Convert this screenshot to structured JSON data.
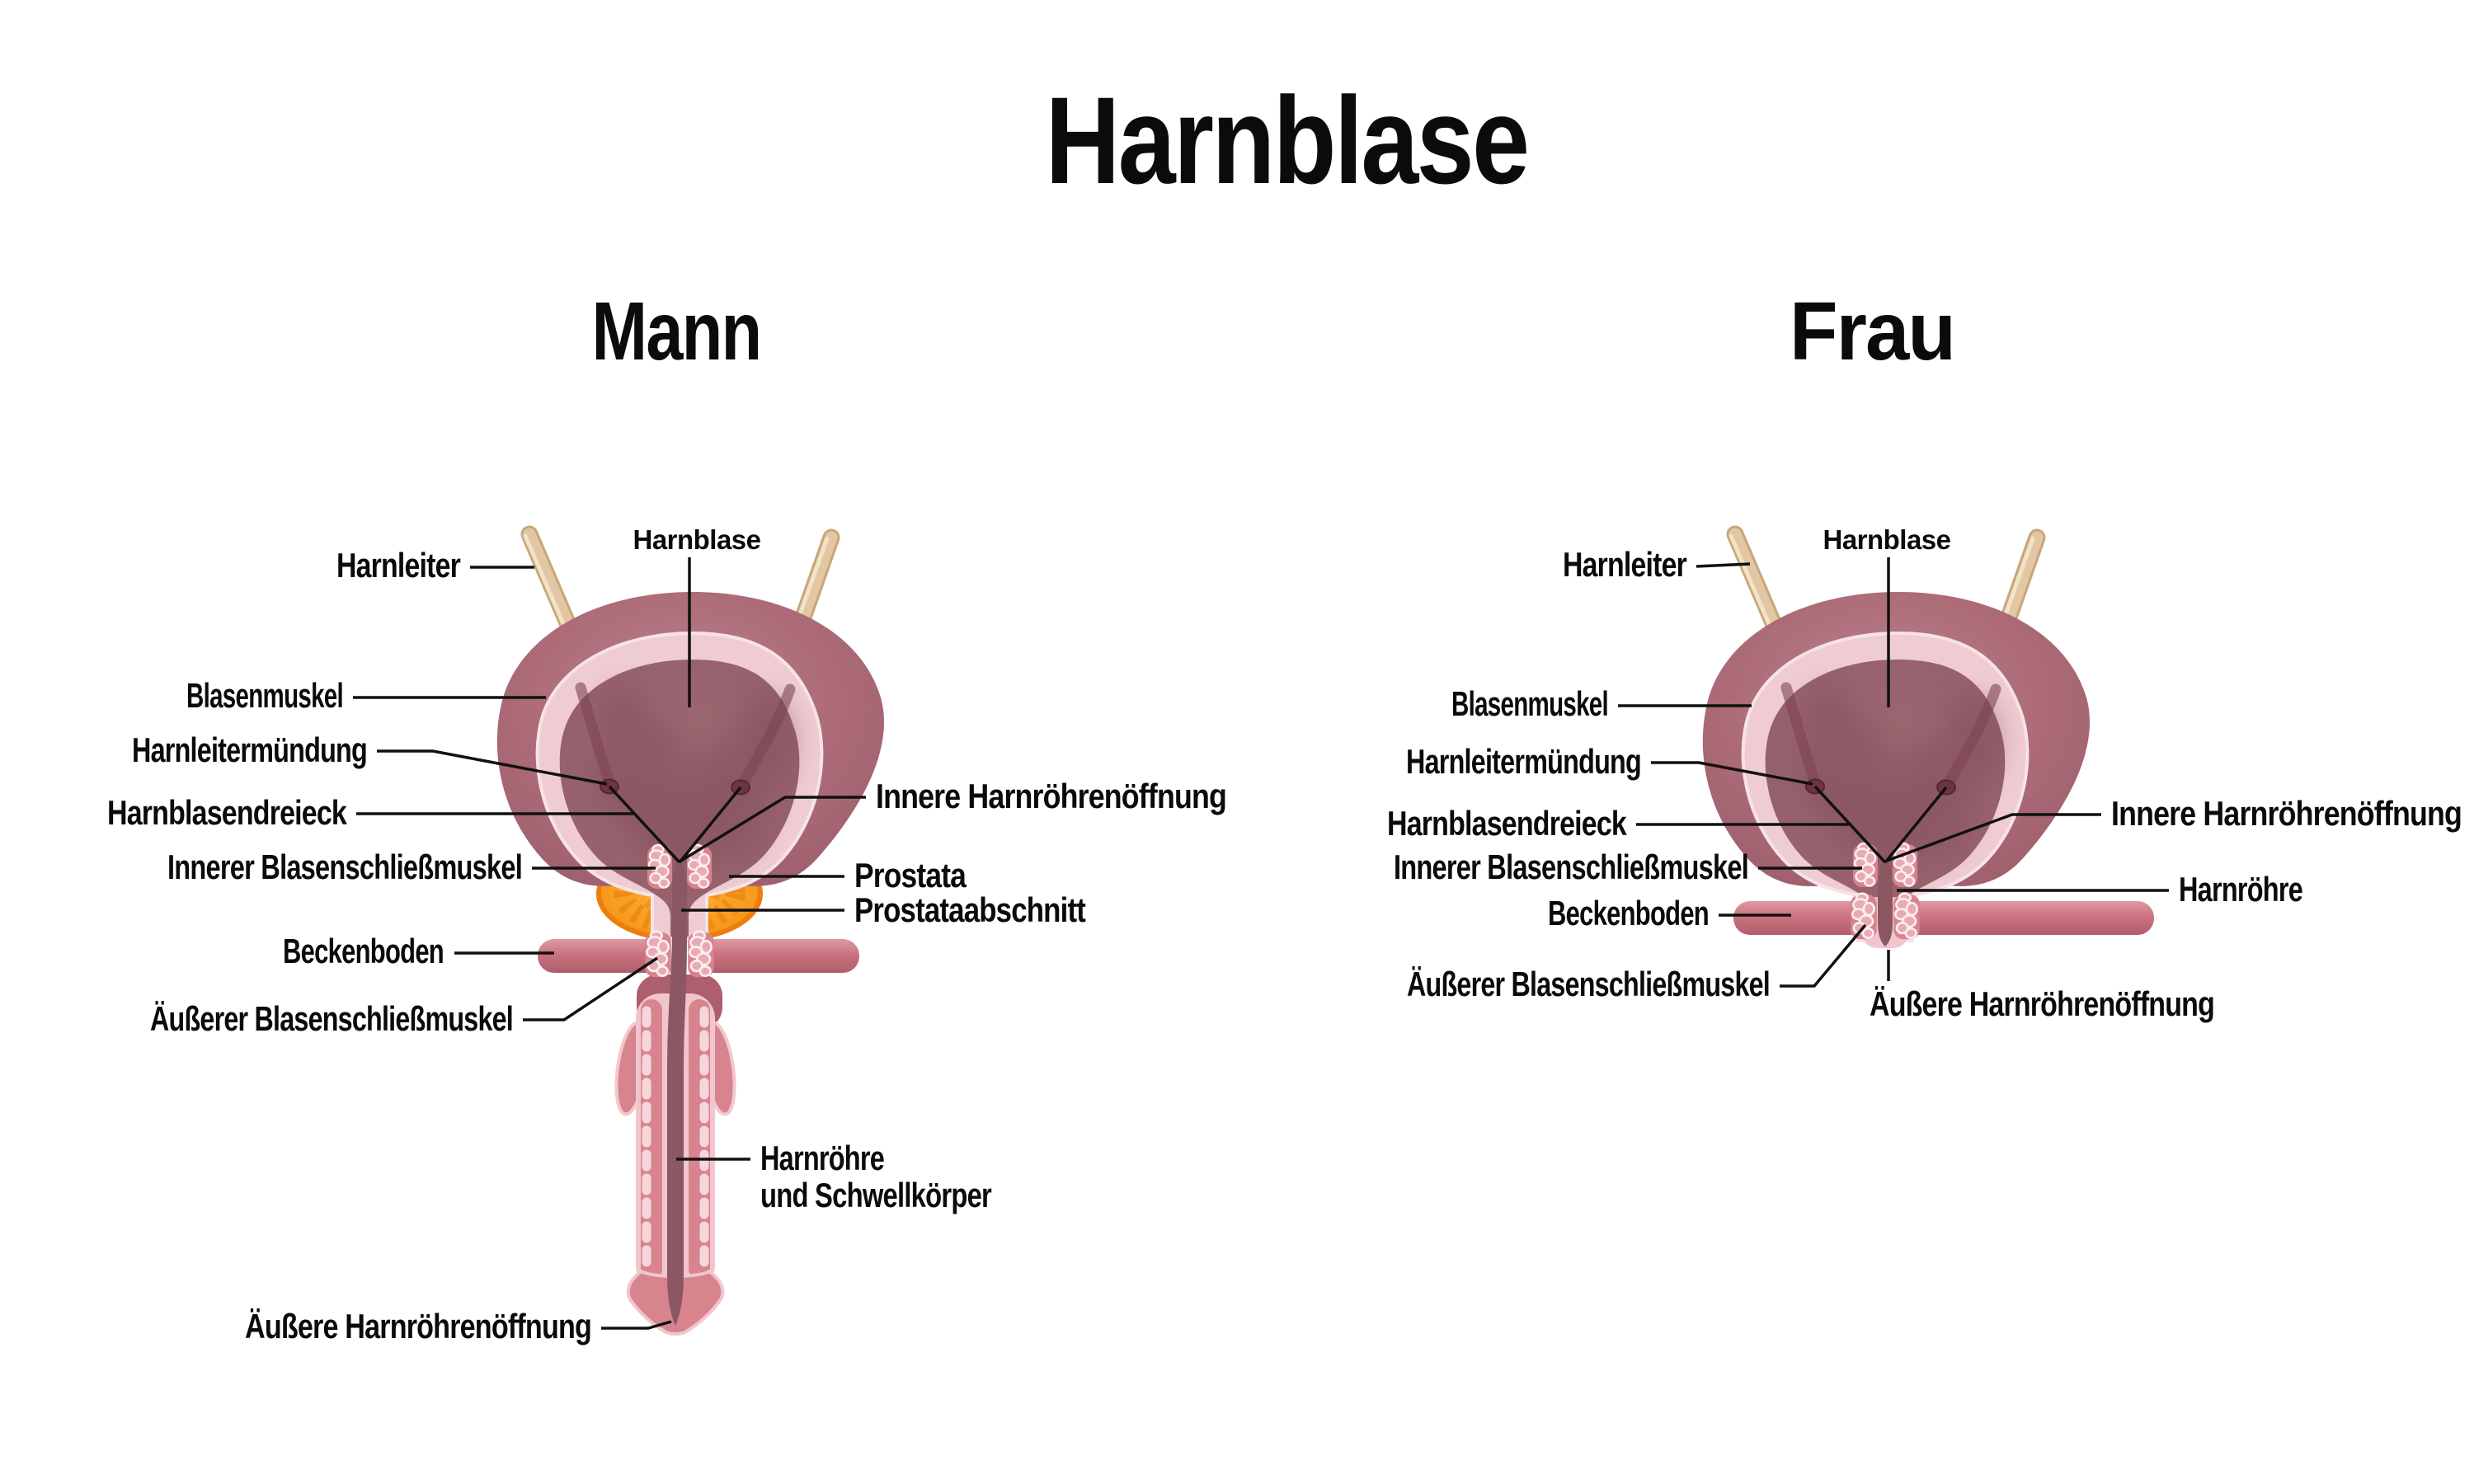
{
  "title": "Harnblase",
  "colors": {
    "background": "#ffffff",
    "text": "#0b0b0b",
    "bladder_wall": "#ac6b77",
    "bladder_wall_edge": "#9d5e6c",
    "bladder_lining": "#efccd2",
    "bladder_interior": "#9b6671",
    "trigone": "#7d4450",
    "ureter": "#e2c7a4",
    "prostate": "#f89c1e",
    "prostate_edge": "#ee7d0e",
    "pelvic_floor": "#cb7280",
    "sphincter_pebble": "#e8abb4",
    "urethra_channel": "#8b5763",
    "corpus_spongiosum": "#d8848f",
    "urethra_sheath": "#f0c6cc"
  },
  "mann": {
    "subtitle": "Mann",
    "labels": {
      "harnleiter": "Harnleiter",
      "harnblase": "Harnblase",
      "blasenmuskel": "Blasenmuskel",
      "harnleitermuendung": "Harnleitermündung",
      "harnblasendreieck": "Harnblasendreieck",
      "innerer_blasenschliessmuskel": "Innerer Blasenschließmuskel",
      "beckenboden": "Beckenboden",
      "aeusserer_blasenschliessmuskel": "Äußerer Blasenschließmuskel",
      "innere_harnroehrenoeffnung": "Innere Harnröhrenöffnung",
      "prostata": "Prostata",
      "prostataabschnitt": "Prostataabschnitt",
      "harnroehre_zeile1": "Harnröhre",
      "harnroehre_zeile2": "und Schwellkörper",
      "aeussere_harnroehrenoeffnung": "Äußere Harnröhrenöffnung"
    }
  },
  "frau": {
    "subtitle": "Frau",
    "labels": {
      "harnleiter": "Harnleiter",
      "harnblase": "Harnblase",
      "blasenmuskel": "Blasenmuskel",
      "harnleitermuendung": "Harnleitermündung",
      "harnblasendreieck": "Harnblasendreieck",
      "innerer_blasenschliessmuskel": "Innerer Blasenschließmuskel",
      "beckenboden": "Beckenboden",
      "aeusserer_blasenschliessmuskel": "Äußerer Blasenschließmuskel",
      "innere_harnroehrenoeffnung": "Innere Harnröhrenöffnung",
      "harnroehre": "Harnröhre",
      "aeussere_harnroehrenoeffnung": "Äußere Harnröhrenöffnung"
    }
  }
}
